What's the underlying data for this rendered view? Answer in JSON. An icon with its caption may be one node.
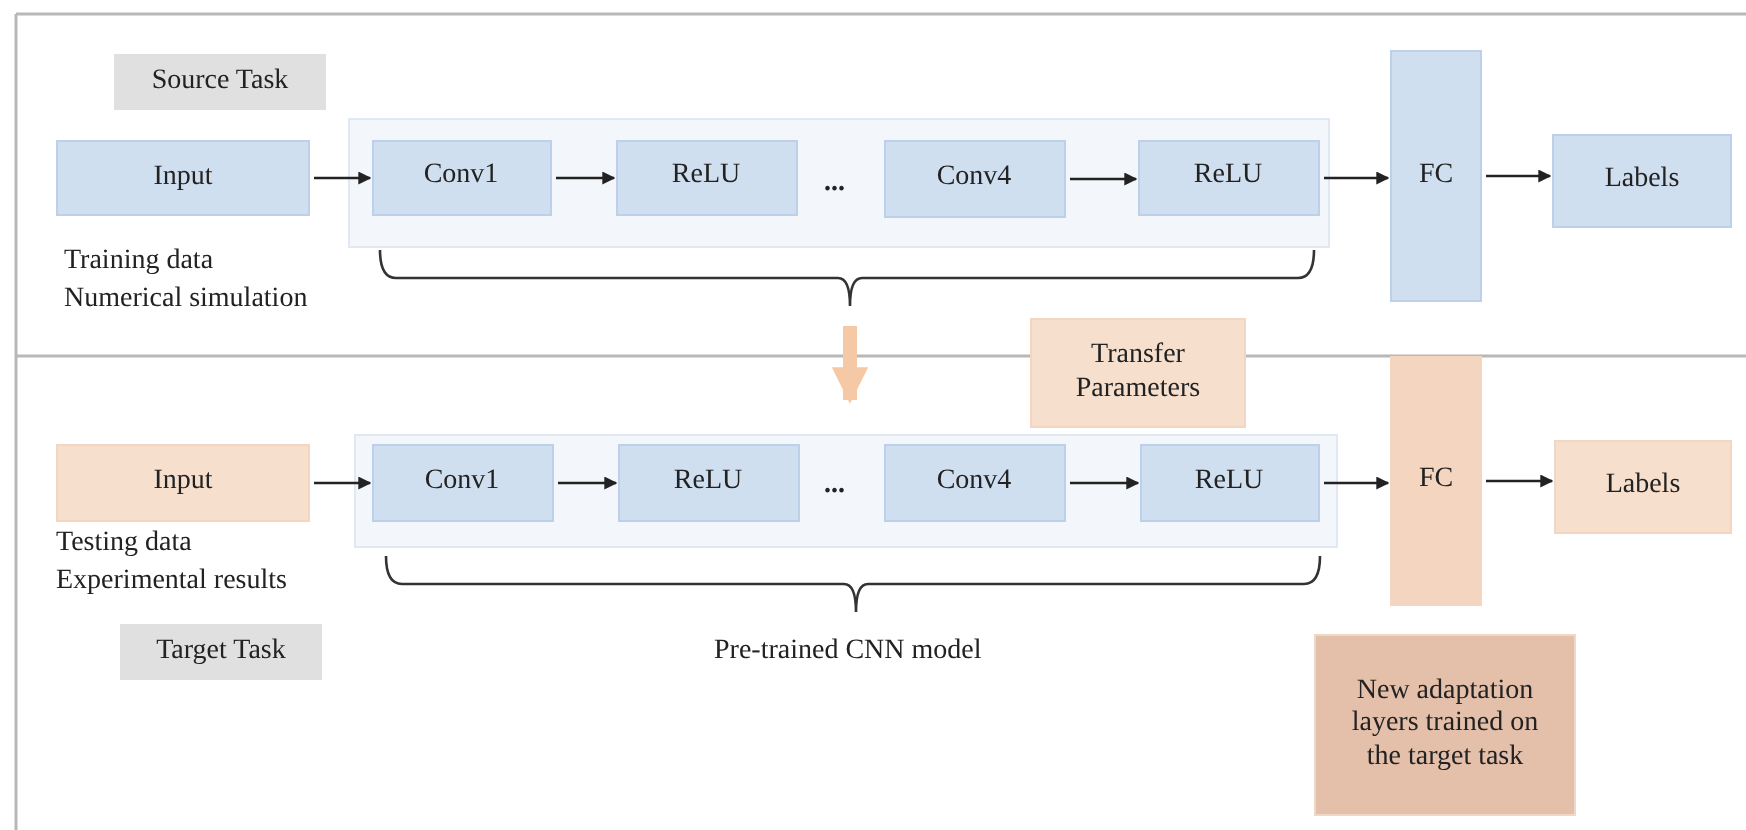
{
  "diagram": {
    "nodes": [
      {
        "text": [
          "Source Task"
        ]
      },
      {
        "text": [
          "Input"
        ]
      },
      {
        "text": [],
        "shape": "box"
      },
      {
        "text": [
          "Conv1"
        ],
        "in": 2
      },
      {
        "text": [
          "ReLU"
        ],
        "in": 2
      },
      {
        "text": [
          "Conv4"
        ],
        "in": 2
      },
      {
        "text": [
          "ReLU"
        ],
        "in": 2
      },
      {
        "text": [
          "FC"
        ]
      },
      {
        "text": [
          "Labels"
        ]
      },
      {
        "text": [
          "Transfer Parameters"
        ]
      },
      {
        "text": [
          "Input"
        ]
      },
      {
        "text": [],
        "shape": "box"
      },
      {
        "text": [
          "Conv1"
        ],
        "in": 11
      },
      {
        "text": [
          "ReLU"
        ],
        "in": 11
      },
      {
        "text": [
          "Conv4"
        ],
        "in": 11
      },
      {
        "text": [
          "ReLU"
        ],
        "in": 11
      },
      {
        "text": [
          "FC"
        ]
      },
      {
        "text": [
          "Labels"
        ]
      },
      {
        "text": [
          "Target Task"
        ]
      },
      {
        "text": [
          "New adaptation layers trained on the target task"
        ]
      }
    ],
    "edges": [
      {
        "from": 1,
        "to": 3,
        "arrow": "to"
      },
      {
        "from": 3,
        "to": 4,
        "arrow": "to"
      },
      {
        "from": 5,
        "to": 6,
        "arrow": "to"
      },
      {
        "from": 6,
        "to": 7,
        "arrow": "to"
      },
      {
        "from": 7,
        "to": 8,
        "arrow": "to"
      },
      {
        "from": 2,
        "to": 11,
        "arrow": "to",
        "style": "thick",
        "color": "#f5c9a5"
      },
      {
        "from": 10,
        "to": 12,
        "arrow": "to"
      },
      {
        "from": 12,
        "to": 13,
        "arrow": "to"
      },
      {
        "from": 14,
        "to": 15,
        "arrow": "to"
      },
      {
        "from": 15,
        "to": 16,
        "arrow": "to"
      },
      {
        "from": 16,
        "to": 17,
        "arrow": "to"
      }
    ],
    "labels": [
      "...",
      "Training data",
      "Numerical simulation",
      "...",
      "Testing data",
      "Experimental results",
      "Pre-trained CNN model"
    ]
  }
}
